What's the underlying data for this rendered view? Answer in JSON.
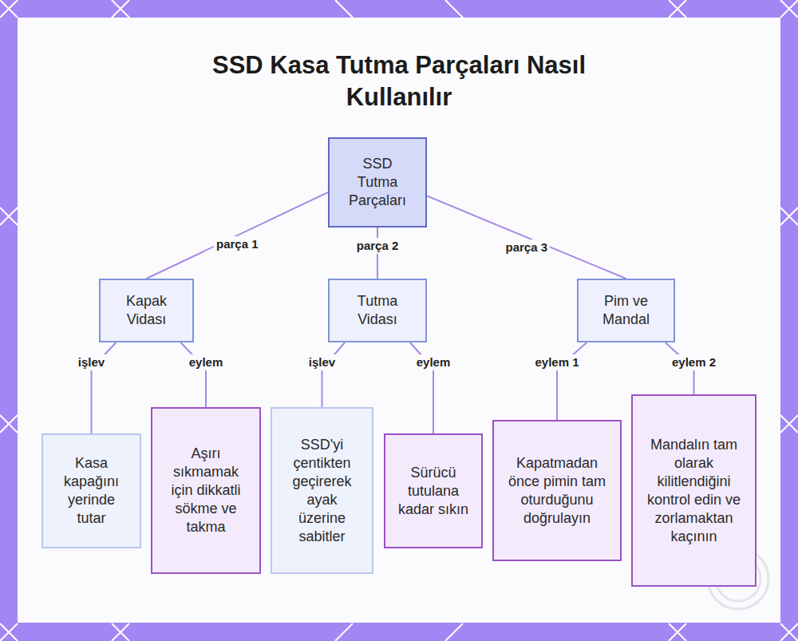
{
  "diagram": {
    "title": "SSD Kasa Tutma Parçaları Nasıl Kullanılır",
    "nodes": [
      {
        "text": [
          "SSD Tutma Parçaları"
        ]
      },
      {
        "text": [
          "Kapak Vidası"
        ]
      },
      {
        "text": [
          "Tutma Vidası"
        ]
      },
      {
        "text": [
          "Pim ve Mandal"
        ]
      },
      {
        "text": [
          "Kasa kapağını yerinde tutar"
        ]
      },
      {
        "text": [
          "Aşırı sıkmamak için dikkatli sökme ve takma"
        ]
      },
      {
        "text": [
          "SSD'yi çentikten geçirerek ayak üzerine sabitler"
        ]
      },
      {
        "text": [
          "Sürücü tutulana kadar sıkın"
        ]
      },
      {
        "text": [
          "Kapatmadan önce pimin tam oturduğunu doğrulayın"
        ]
      },
      {
        "text": [
          "Mandalın tam olarak kilitlendiğini kontrol edin ve zorlamaktan kaçının"
        ]
      }
    ],
    "edges": [
      {
        "from": 0,
        "to": 1,
        "arrow": "none",
        "label": "parça 1"
      },
      {
        "from": 0,
        "to": 2,
        "arrow": "none",
        "label": "parça 2"
      },
      {
        "from": 0,
        "to": 3,
        "arrow": "none",
        "label": "parça 3"
      },
      {
        "from": 1,
        "to": 4,
        "arrow": "none",
        "label": "işlev"
      },
      {
        "from": 1,
        "to": 5,
        "arrow": "none",
        "label": "eylem"
      },
      {
        "from": 2,
        "to": 6,
        "arrow": "none",
        "label": "işlev"
      },
      {
        "from": 2,
        "to": 7,
        "arrow": "none",
        "label": "eylem"
      },
      {
        "from": 3,
        "to": 8,
        "arrow": "none",
        "label": "eylem 1"
      },
      {
        "from": 3,
        "to": 9,
        "arrow": "none",
        "label": "eylem 2"
      }
    ]
  }
}
